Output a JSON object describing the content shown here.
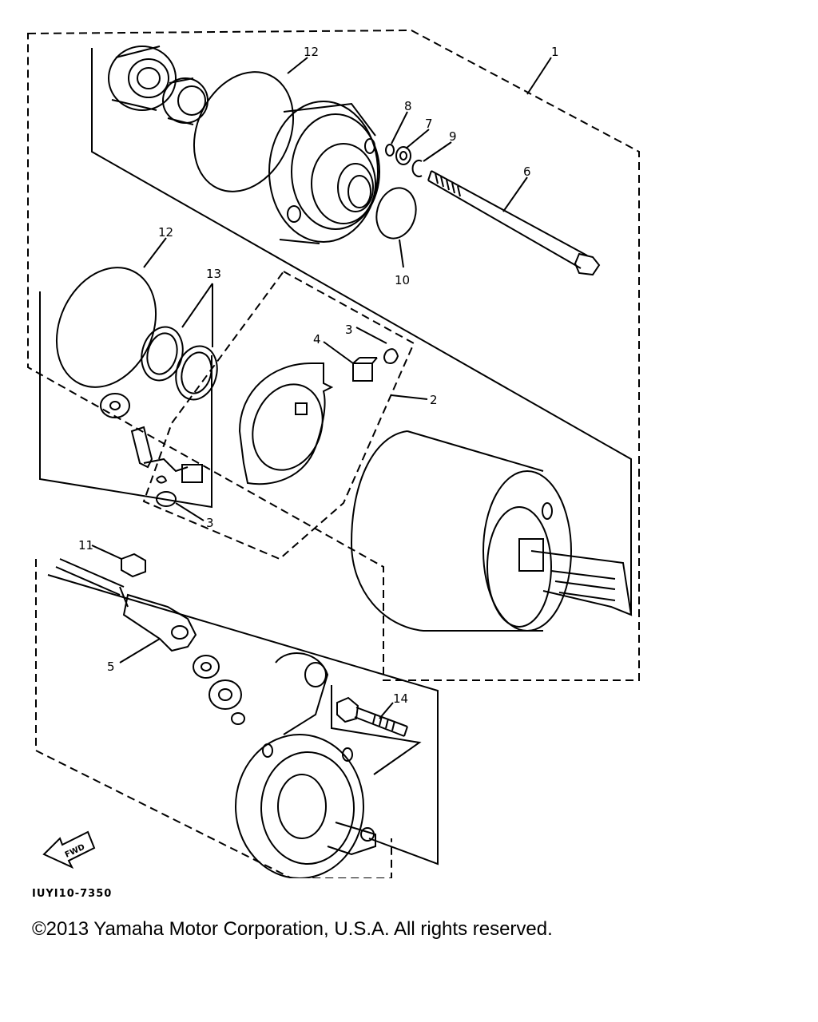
{
  "callouts": [
    "1",
    "2",
    "3",
    "3",
    "4",
    "5",
    "6",
    "7",
    "8",
    "9",
    "10",
    "11",
    "12",
    "12",
    "13",
    "14"
  ],
  "fwd_label": "FWD",
  "diagram_code": "IUYI10-7350",
  "copyright": "©2013 Yamaha Motor Corporation, U.S.A. All rights reserved.",
  "colors": {
    "line": "#000000",
    "background": "#ffffff"
  }
}
